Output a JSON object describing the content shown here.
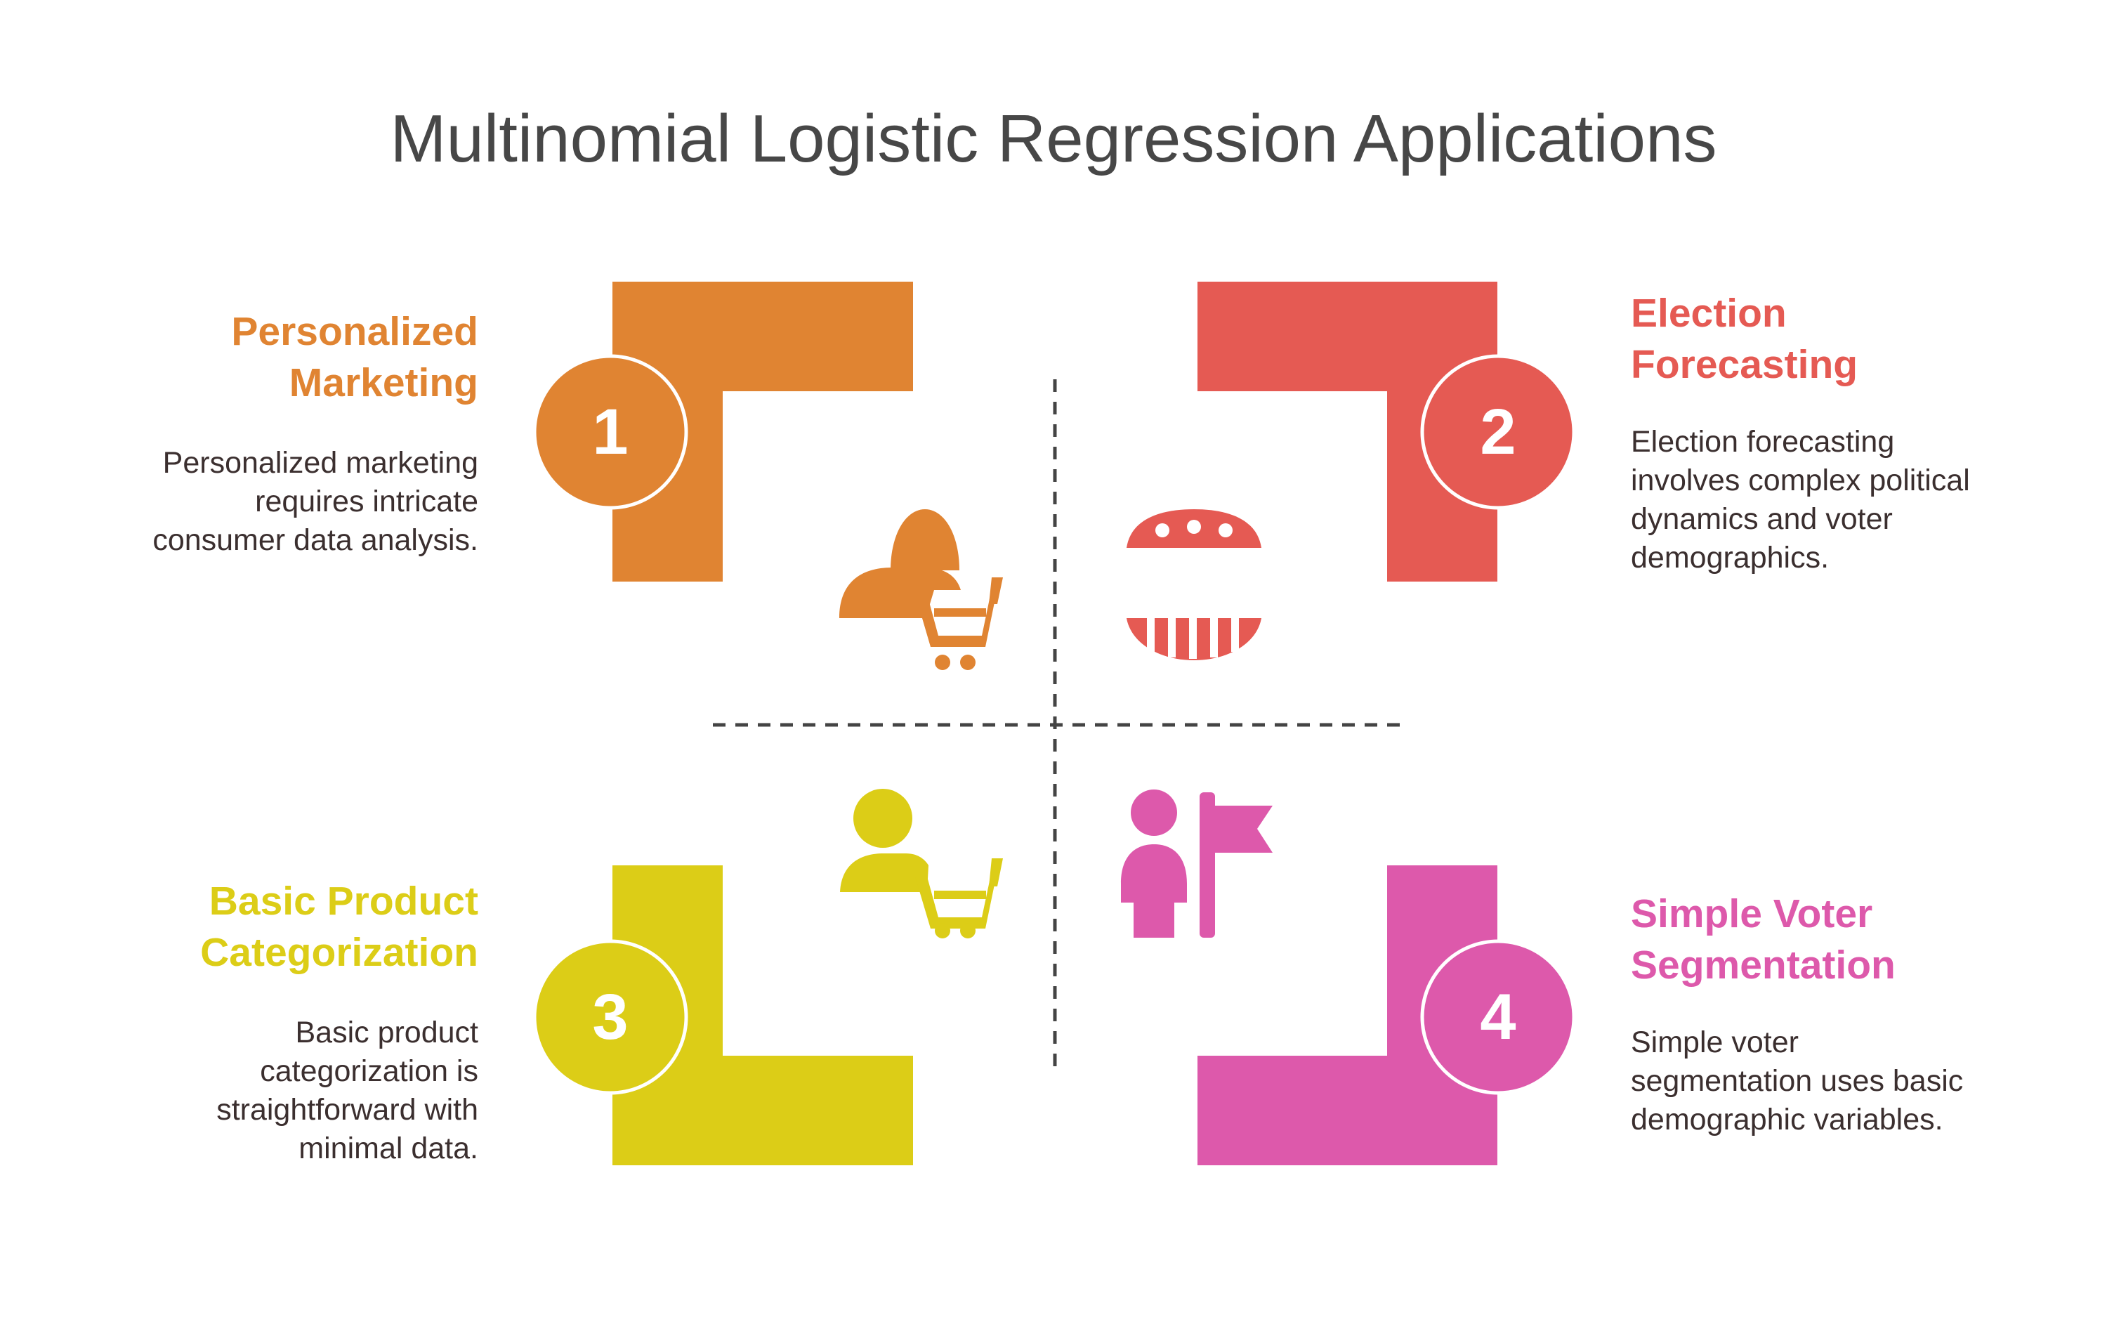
{
  "title": "Multinomial Logistic Regression Applications",
  "colors": {
    "orange": "#e08432",
    "red": "#e55a53",
    "yellow": "#dccd17",
    "pink": "#dd59ab",
    "title": "#474747",
    "divider": "#444444"
  },
  "quadrants": [
    {
      "number": "1",
      "heading_line1": "Personalized",
      "heading_line2": "Marketing",
      "text_line1": "Personalized marketing",
      "text_line2": "requires intricate",
      "text_line3": "consumer data analysis.",
      "icon": "woman-shopping-cart-icon"
    },
    {
      "number": "2",
      "heading_line1": "Election",
      "heading_line2": "Forecasting",
      "text_line1": "Election forecasting",
      "text_line2": "involves complex political",
      "text_line3": "dynamics and voter",
      "text_line4": "demographics.",
      "icon": "election-badge-icon"
    },
    {
      "number": "3",
      "heading_line1": "Basic Product",
      "heading_line2": "Categorization",
      "text_line1": "Basic product",
      "text_line2": "categorization is",
      "text_line3": "straightforward with",
      "text_line4": "minimal data.",
      "icon": "person-shopping-cart-icon"
    },
    {
      "number": "4",
      "heading_line1": "Simple Voter",
      "heading_line2": "Segmentation",
      "text_line1": "Simple voter",
      "text_line2": "segmentation uses basic",
      "text_line3": "demographic variables.",
      "icon": "person-flag-icon"
    }
  ]
}
